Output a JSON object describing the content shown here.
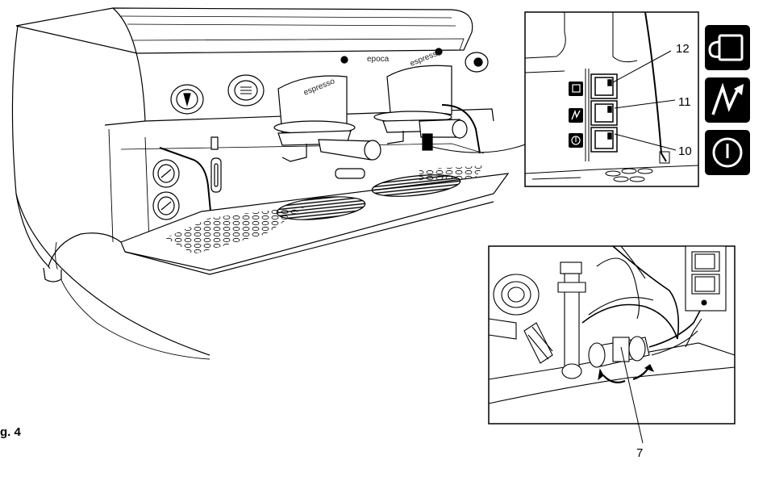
{
  "figure": {
    "caption": "g. 4"
  },
  "machine": {
    "brand": "epoca",
    "group_left_label": "espresso",
    "group_right_label": "espresso"
  },
  "callouts": {
    "c12": "12",
    "c11": "11",
    "c10": "10",
    "c7": "7"
  },
  "icons": {
    "cup": "cup-icon",
    "lightning": "lightning-icon",
    "power": "power-icon"
  },
  "colors": {
    "line": "#000000",
    "icon_bg": "#000000",
    "icon_fg": "#ffffff",
    "paper": "#ffffff"
  }
}
